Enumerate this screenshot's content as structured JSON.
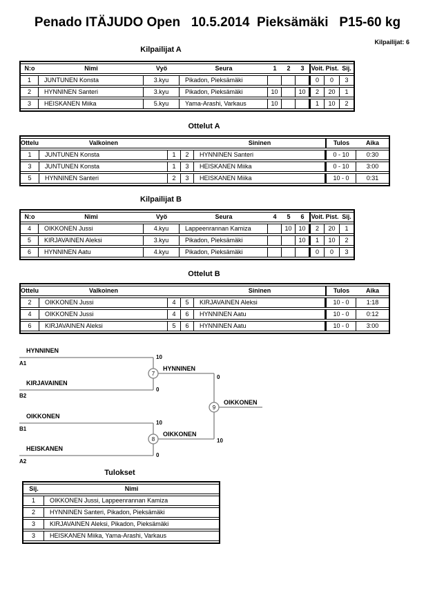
{
  "page": {
    "title": "Penado ITÄJUDO Open   10.5.2014  Pieksämäki   P15-60 kg",
    "competitors_label": "Kilpailijat: 6"
  },
  "pool_a": {
    "heading": "Kilpailijat A",
    "headers": {
      "no": "N:o",
      "name": "Nimi",
      "belt": "Vyö",
      "club": "Seura",
      "c1": "1",
      "c2": "2",
      "c3": "3",
      "wins": "Voit.",
      "points": "Pist.",
      "place": "Sij."
    },
    "rows": [
      {
        "no": "1",
        "name": "JUNTUNEN Konsta",
        "belt": "3.kyu",
        "club": "Pikadon, Pieksämäki",
        "m1": "",
        "m2": "",
        "m3": "",
        "wins": "0",
        "points": "0",
        "place": "3"
      },
      {
        "no": "2",
        "name": "HYNNINEN Santeri",
        "belt": "3.kyu",
        "club": "Pikadon, Pieksämäki",
        "m1": "10",
        "m2": "",
        "m3": "10",
        "wins": "2",
        "points": "20",
        "place": "1"
      },
      {
        "no": "3",
        "name": "HEISKANEN Miika",
        "belt": "5.kyu",
        "club": "Yama-Arashi, Varkaus",
        "m1": "10",
        "m2": "",
        "m3": "",
        "wins": "1",
        "points": "10",
        "place": "2"
      }
    ]
  },
  "matches_a": {
    "heading": "Ottelut A",
    "headers": {
      "match": "Ottelu",
      "white": "Valkoinen",
      "blue": "Sininen",
      "result": "Tulos",
      "time": "Aika"
    },
    "rows": [
      {
        "match": "1",
        "white": "JUNTUNEN Konsta",
        "wno": "1",
        "bno": "2",
        "blue": "HYNNINEN Santeri",
        "result": "0 - 10",
        "time": "0:30"
      },
      {
        "match": "3",
        "white": "JUNTUNEN Konsta",
        "wno": "1",
        "bno": "3",
        "blue": "HEISKANEN Miika",
        "result": "0 - 10",
        "time": "3:00"
      },
      {
        "match": "5",
        "white": "HYNNINEN Santeri",
        "wno": "2",
        "bno": "3",
        "blue": "HEISKANEN Miika",
        "result": "10 - 0",
        "time": "0:31"
      }
    ]
  },
  "pool_b": {
    "heading": "Kilpailijat B",
    "headers": {
      "no": "N:o",
      "name": "Nimi",
      "belt": "Vyö",
      "club": "Seura",
      "c1": "4",
      "c2": "5",
      "c3": "6",
      "wins": "Voit.",
      "points": "Pist.",
      "place": "Sij."
    },
    "rows": [
      {
        "no": "4",
        "name": "OIKKONEN Jussi",
        "belt": "4.kyu",
        "club": "Lappeenrannan Kamiza",
        "m1": "",
        "m2": "10",
        "m3": "10",
        "wins": "2",
        "points": "20",
        "place": "1"
      },
      {
        "no": "5",
        "name": "KIRJAVAINEN Aleksi",
        "belt": "3.kyu",
        "club": "Pikadon, Pieksämäki",
        "m1": "",
        "m2": "",
        "m3": "10",
        "wins": "1",
        "points": "10",
        "place": "2"
      },
      {
        "no": "6",
        "name": "HYNNINEN Aatu",
        "belt": "4.kyu",
        "club": "Pikadon, Pieksämäki",
        "m1": "",
        "m2": "",
        "m3": "",
        "wins": "0",
        "points": "0",
        "place": "3"
      }
    ]
  },
  "matches_b": {
    "heading": "Ottelut B",
    "headers": {
      "match": "Ottelu",
      "white": "Valkoinen",
      "blue": "Sininen",
      "result": "Tulos",
      "time": "Aika"
    },
    "rows": [
      {
        "match": "2",
        "white": "OIKKONEN Jussi",
        "wno": "4",
        "bno": "5",
        "blue": "KIRJAVAINEN Aleksi",
        "result": "10 - 0",
        "time": "1:18"
      },
      {
        "match": "4",
        "white": "OIKKONEN Jussi",
        "wno": "4",
        "bno": "6",
        "blue": "HYNNINEN Aatu",
        "result": "10 - 0",
        "time": "0:12"
      },
      {
        "match": "6",
        "white": "KIRJAVAINEN Aleksi",
        "wno": "5",
        "bno": "6",
        "blue": "HYNNINEN Aatu",
        "result": "10 - 0",
        "time": "3:00"
      }
    ]
  },
  "bracket": {
    "sf1": {
      "no": "7",
      "top_name": "HYNNINEN",
      "top_seed": "A1",
      "top_score": "10",
      "bot_name": "KIRJAVAINEN",
      "bot_seed": "B2",
      "bot_score": "0",
      "winner": "HYNNINEN",
      "winner_score": "0"
    },
    "sf2": {
      "no": "8",
      "top_name": "OIKKONEN",
      "top_seed": "B1",
      "top_score": "10",
      "bot_name": "HEISKANEN",
      "bot_seed": "A2",
      "bot_score": "0",
      "winner": "OIKKONEN",
      "winner_score": "10"
    },
    "final": {
      "no": "9",
      "winner": "OIKKONEN"
    }
  },
  "results": {
    "heading": "Tulokset",
    "headers": {
      "place": "Sij.",
      "name": "Nimi"
    },
    "rows": [
      {
        "place": "1",
        "name": "OIKKONEN Jussi, Lappeenrannan Kamiza"
      },
      {
        "place": "2",
        "name": "HYNNINEN Santeri, Pikadon, Pieksämäki"
      },
      {
        "place": "3",
        "name": "KIRJAVAINEN Aleksi, Pikadon, Pieksämäki"
      },
      {
        "place": "3",
        "name": "HEISKANEN Miika, Yama-Arashi, Varkaus"
      }
    ]
  },
  "colors": {
    "bracket_line": "#7f7f7f",
    "border": "#000000",
    "text": "#000000",
    "page_bg": "#ffffff"
  }
}
